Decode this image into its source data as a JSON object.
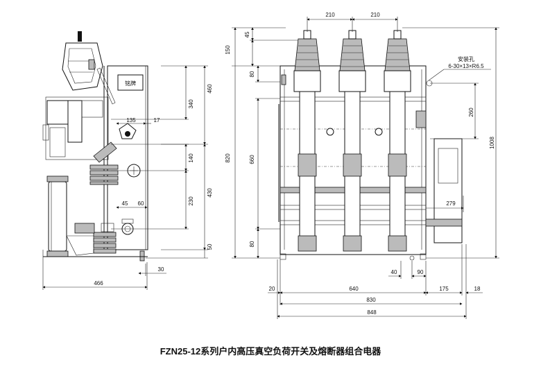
{
  "caption": "FZN25-12系列户内高压真空负荷开关及熔断器组合电器",
  "nameplate": "铭牌",
  "mounting_hole": {
    "title": "安装孔",
    "spec": "6-30×13×R6.5"
  },
  "side_view": {
    "dims": {
      "h_460": "460",
      "h_340": "340",
      "h_140": "140",
      "h_430": "430",
      "h_230": "230",
      "h_50": "50",
      "w_135": "135",
      "w_17": "17",
      "w_45": "45",
      "w_60": "60",
      "w_30": "30",
      "w_466": "466"
    }
  },
  "front_view": {
    "dims": {
      "top_210a": "210",
      "top_210b": "210",
      "v_45": "45",
      "v_150": "150",
      "v_80a": "80",
      "v_820": "820",
      "v_660": "660",
      "v_80b": "80",
      "v_260": "260",
      "v_1008": "1008",
      "w_279": "279",
      "w_40": "40",
      "w_90": "90",
      "w_20": "20",
      "w_640": "640",
      "w_175": "175",
      "w_18": "18",
      "w_830": "830",
      "w_848": "848"
    }
  }
}
